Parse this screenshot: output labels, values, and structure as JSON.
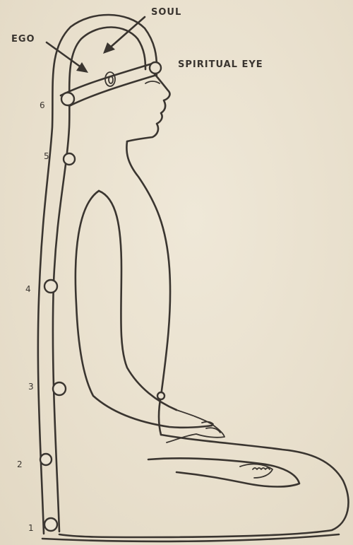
{
  "labels": {
    "soul": "SOUL",
    "ego": "EGO",
    "spiritual_eye": "SPIRITUAL EYE"
  },
  "centers": [
    {
      "number": "1"
    },
    {
      "number": "2"
    },
    {
      "number": "3"
    },
    {
      "number": "4"
    },
    {
      "number": "5"
    },
    {
      "number": "6"
    }
  ],
  "colors": {
    "ink": "#3a3530",
    "paper": "#ebe3d2"
  }
}
